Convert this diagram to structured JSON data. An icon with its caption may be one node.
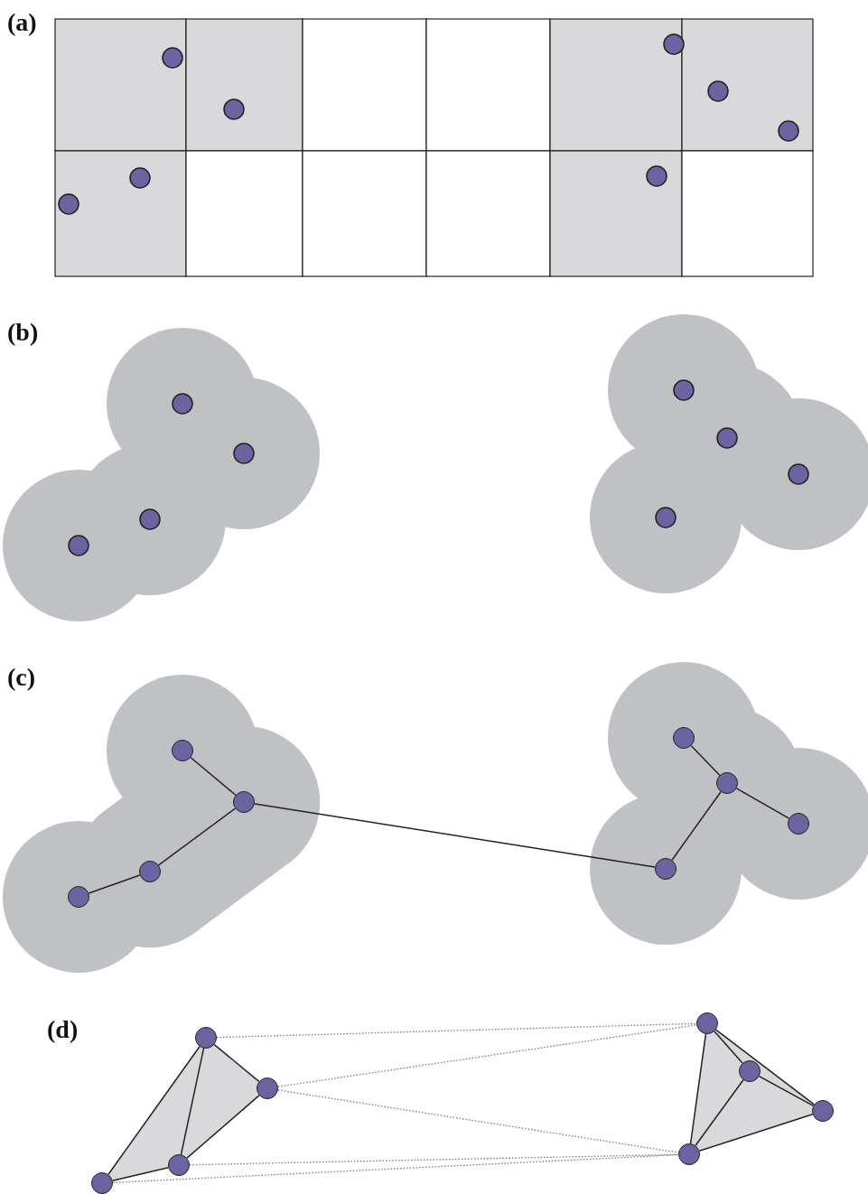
{
  "diagram": {
    "nodes": [
      {
        "text": [],
        "shape": "circle"
      },
      {
        "text": [],
        "shape": "circle"
      },
      {
        "text": [],
        "shape": "circle"
      },
      {
        "text": [],
        "shape": "circle"
      },
      {
        "text": [],
        "shape": "circle"
      },
      {
        "text": [],
        "shape": "circle"
      },
      {
        "text": [],
        "shape": "circle"
      },
      {
        "text": [],
        "shape": "circle"
      },
      {
        "text": [],
        "shape": "circle"
      },
      {
        "text": [],
        "shape": "circle"
      },
      {
        "text": [],
        "shape": "circle"
      },
      {
        "text": [],
        "shape": "circle"
      },
      {
        "text": [],
        "shape": "circle"
      },
      {
        "text": [],
        "shape": "circle"
      },
      {
        "text": [],
        "shape": "circle"
      },
      {
        "text": [],
        "shape": "circle"
      }
    ],
    "edges": [
      {
        "from": 0,
        "to": 1,
        "arrow": "none"
      },
      {
        "from": 1,
        "to": 2,
        "arrow": "none"
      },
      {
        "from": 2,
        "to": 3,
        "arrow": "none"
      },
      {
        "from": 1,
        "to": 7,
        "arrow": "none"
      },
      {
        "from": 4,
        "to": 5,
        "arrow": "none"
      },
      {
        "from": 5,
        "to": 6,
        "arrow": "none"
      },
      {
        "from": 5,
        "to": 7,
        "arrow": "none"
      },
      {
        "from": 8,
        "to": 9,
        "arrow": "none"
      },
      {
        "from": 8,
        "to": 10,
        "arrow": "none"
      },
      {
        "from": 8,
        "to": 11,
        "arrow": "none"
      },
      {
        "from": 9,
        "to": 10,
        "arrow": "none"
      },
      {
        "from": 10,
        "to": 11,
        "arrow": "none"
      },
      {
        "from": 12,
        "to": 13,
        "arrow": "none"
      },
      {
        "from": 12,
        "to": 14,
        "arrow": "none"
      },
      {
        "from": 12,
        "to": 15,
        "arrow": "none"
      },
      {
        "from": 13,
        "to": 14,
        "arrow": "none"
      },
      {
        "from": 13,
        "to": 15,
        "arrow": "none"
      },
      {
        "from": 15,
        "to": 14,
        "arrow": "none"
      },
      {
        "from": 8,
        "to": 12,
        "arrow": "none",
        "style": "dashed"
      },
      {
        "from": 9,
        "to": 12,
        "arrow": "none",
        "style": "dashed"
      },
      {
        "from": 9,
        "to": 15,
        "arrow": "none",
        "style": "dashed"
      },
      {
        "from": 10,
        "to": 15,
        "arrow": "none",
        "style": "dashed"
      },
      {
        "from": 11,
        "to": 15,
        "arrow": "none",
        "style": "dashed"
      }
    ],
    "labels": [
      "(a)",
      "(b)",
      "(c)",
      "(d)"
    ]
  }
}
